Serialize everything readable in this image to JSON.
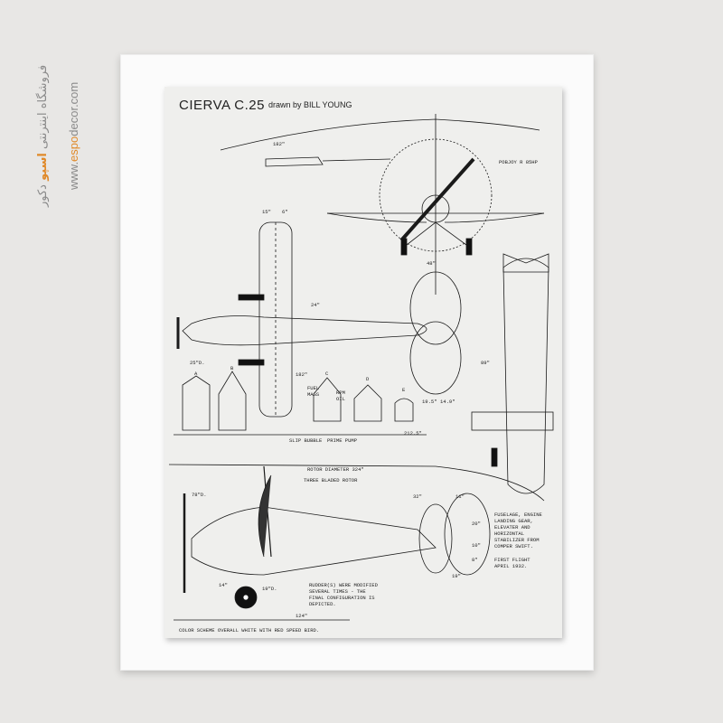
{
  "watermark": {
    "store_name_prefix": "فروشگاه اینترنتی",
    "store_name_brand": "اسپو",
    "store_name_suffix": "دکور",
    "url_prefix": "www.",
    "url_brand": "espo",
    "url_suffix": "decor.com",
    "accent_color": "#e08a2a"
  },
  "drawing": {
    "title": "CIERVA C.25",
    "byline": "drawn by BILL YOUNG",
    "engine": "POBJOY R 85HP",
    "slip_bubble": "SLIP BUBBLE",
    "prime_pump": "PRIME PUMP",
    "fuel_mags": "FUEL\nMAGS",
    "rpm_oil": "RPM\nOIL",
    "rotor_diameter": "ROTOR DIAMETER 324\"",
    "three_bladed": "THREE BLADED ROTOR",
    "source_note": "FUSELAGE, ENGINE\nLANDING GEAR,\nELEVATER AND\nHORIZONTAL\nSTABILIZER FROM\nCOMPER SWIFT.",
    "first_flight": "FIRST FLIGHT\nAPRIL 1932.",
    "rudder_note": "RUDDER(S) WERE MODIFIED\nSEVERAL TIMES - THE\nFINAL CONFIGURATION IS\nDEPICTED.",
    "color_scheme": "COLOR SCHEME OVERALL WHITE WITH RED SPEED BIRD.",
    "dimensions": {
      "blade": "182\"",
      "wing_top": "15\"",
      "wing_top2": "6\"",
      "span_mark": "24\"",
      "prop": "25\"D.",
      "wing_len": "182\"",
      "overall": "212.5\"",
      "tail_a": "19.5\"",
      "tail_b": "14.9\"",
      "height_right": "89\"",
      "gear": "48\"",
      "prop_side": "78\"D.",
      "tail_32": "32\"",
      "tail_11": "11\"",
      "h20": "20\"",
      "h10": "10\"",
      "h8": "8\"",
      "w19": "19\"",
      "len124": "124\"",
      "wheel14": "14\"",
      "wheel19": "19\"D."
    },
    "section_letters": [
      "A",
      "B",
      "C",
      "D",
      "E"
    ]
  }
}
